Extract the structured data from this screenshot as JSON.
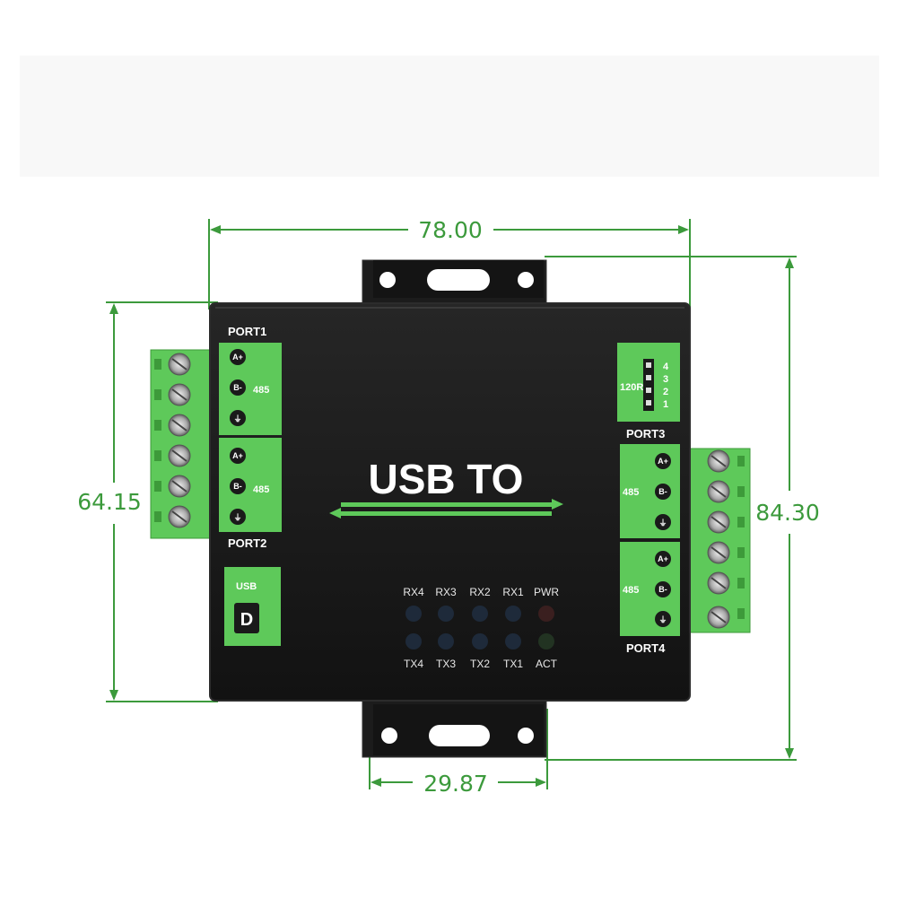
{
  "dimensions": {
    "width_top": "78.00",
    "height_left": "64.15",
    "height_right": "84.30",
    "width_bottom": "29.87"
  },
  "device": {
    "title": "USB TO",
    "ports": [
      "PORT1",
      "PORT2",
      "PORT3",
      "PORT4"
    ],
    "usb_label": "USB",
    "usb_letter": "D",
    "rs_label": "485",
    "pins": [
      "A+",
      "B-",
      "⏚"
    ],
    "resistor_label": "120R",
    "dip_numbers": [
      "4",
      "3",
      "2",
      "1"
    ],
    "led_top_labels": [
      "RX4",
      "RX3",
      "RX2",
      "RX1",
      "PWR"
    ],
    "led_bottom_labels": [
      "TX4",
      "TX3",
      "TX2",
      "TX1",
      "ACT"
    ]
  },
  "colors": {
    "dimension": "#3c9a3c",
    "terminal_green": "#5ec95a",
    "case": "#1a1a1a"
  }
}
